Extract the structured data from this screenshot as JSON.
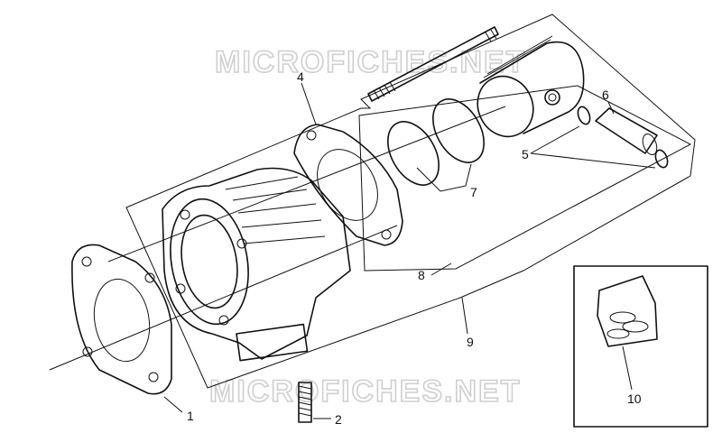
{
  "watermark": {
    "text": "MICROFICHES.NET"
  },
  "callouts": {
    "c1": "1",
    "c2": "2",
    "c4": "4",
    "c5": "5",
    "c6": "6",
    "c7": "7",
    "c8": "8",
    "c9": "9",
    "c10": "10"
  },
  "colors": {
    "line": "#111111",
    "background": "#ffffff",
    "watermark": "#cfcfcf"
  }
}
